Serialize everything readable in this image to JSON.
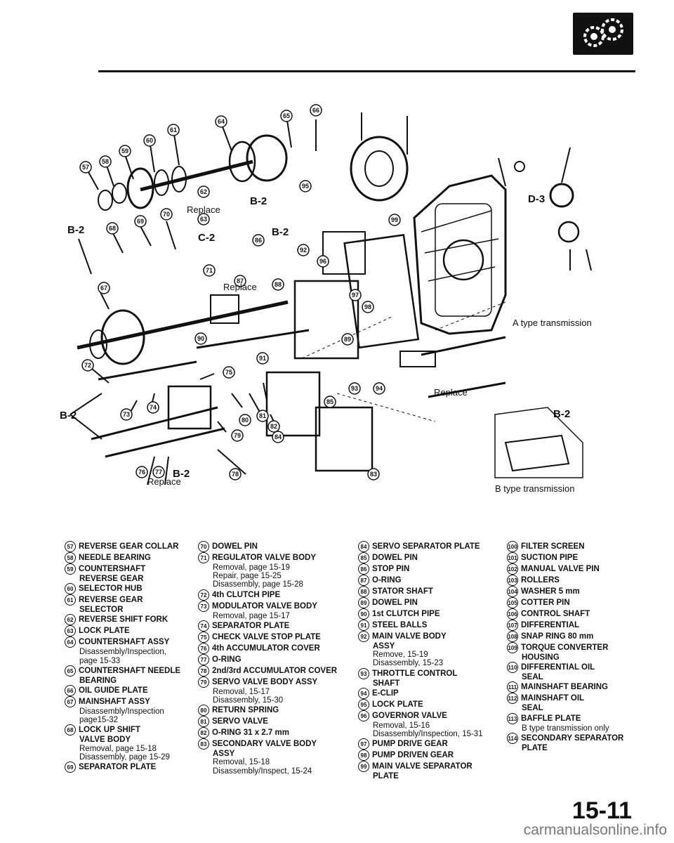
{
  "badge_icon": "gears-icon",
  "page_number": "15-11",
  "watermark": "carmanualsonline.info",
  "diagram": {
    "labels": {
      "replace_top": "Replace",
      "replace_mid": "Replace",
      "replace_valve": "Replace",
      "replace_bottom": "Replace",
      "b2_left": "B-2",
      "b2_top": "B-2",
      "c2": "C-2",
      "b2_mid": "B-2",
      "b2_lower": "B-2",
      "b2_bottom": "B-2",
      "b2_inset": "B-2",
      "d3": "D-3",
      "a_type": "A type transmission",
      "b_type": "B type transmission"
    },
    "callouts": [
      "57",
      "58",
      "59",
      "60",
      "61",
      "64",
      "65",
      "66",
      "62",
      "63",
      "68",
      "69",
      "70",
      "86",
      "95",
      "99",
      "67",
      "71",
      "87",
      "88",
      "92",
      "96",
      "97",
      "98",
      "72",
      "75",
      "73",
      "74",
      "76",
      "77",
      "78",
      "79",
      "80",
      "81",
      "82",
      "84",
      "85",
      "83",
      "89",
      "90",
      "91",
      "93",
      "94"
    ]
  },
  "legend": {
    "col1": [
      {
        "num": "57",
        "lines": [
          "REVERSE GEAR COLLAR"
        ]
      },
      {
        "num": "58",
        "lines": [
          "NEEDLE BEARING"
        ]
      },
      {
        "num": "59",
        "lines": [
          "COUNTERSHAFT",
          "REVERSE GEAR"
        ]
      },
      {
        "num": "60",
        "lines": [
          "SELECTOR HUB"
        ]
      },
      {
        "num": "61",
        "lines": [
          "REVERSE GEAR",
          "SELECTOR"
        ]
      },
      {
        "num": "62",
        "lines": [
          "REVERSE SHIFT FORK"
        ]
      },
      {
        "num": "63",
        "lines": [
          "LOCK PLATE"
        ]
      },
      {
        "num": "64",
        "lines": [
          "COUNTERSHAFT ASSY"
        ],
        "sub": [
          "Disassembly/Inspection,",
          "page 15-33"
        ]
      },
      {
        "num": "65",
        "lines": [
          "COUNTERSHAFT NEEDLE",
          "BEARING"
        ]
      },
      {
        "num": "66",
        "lines": [
          "OIL GUIDE PLATE"
        ]
      },
      {
        "num": "67",
        "lines": [
          "MAINSHAFT ASSY"
        ],
        "sub": [
          "Disassembly/Inspection",
          "page15-32"
        ]
      },
      {
        "num": "68",
        "lines": [
          "LOCK UP SHIFT",
          "VALVE BODY"
        ],
        "sub": [
          "Removal, page 15-18",
          "Disassembly, page 15-29"
        ]
      },
      {
        "num": "69",
        "lines": [
          "SEPARATOR PLATE"
        ]
      }
    ],
    "col2": [
      {
        "num": "70",
        "lines": [
          "DOWEL PIN"
        ]
      },
      {
        "num": "71",
        "lines": [
          "REGULATOR VALVE BODY"
        ],
        "sub": [
          "Removal, page 15-19",
          "Repair, page 15-25",
          "Disassembly, page 15-28"
        ]
      },
      {
        "num": "72",
        "lines": [
          "4th CLUTCH PIPE"
        ]
      },
      {
        "num": "73",
        "lines": [
          "MODULATOR VALVE BODY"
        ],
        "sub": [
          "Removal, page 15-17"
        ]
      },
      {
        "num": "74",
        "lines": [
          "SEPARATOR PLATE"
        ]
      },
      {
        "num": "75",
        "lines": [
          "CHECK VALVE STOP PLATE"
        ]
      },
      {
        "num": "76",
        "lines": [
          "4th ACCUMULATOR COVER"
        ]
      },
      {
        "num": "77",
        "lines": [
          "O-RING"
        ]
      },
      {
        "num": "78",
        "lines": [
          "2nd/3rd ACCUMULATOR COVER"
        ]
      },
      {
        "num": "79",
        "lines": [
          "SERVO VALVE BODY ASSY"
        ],
        "sub": [
          "Removal, 15-17",
          "Disassembly, 15-30"
        ]
      },
      {
        "num": "80",
        "lines": [
          "RETURN SPRING"
        ]
      },
      {
        "num": "81",
        "lines": [
          "SERVO VALVE"
        ]
      },
      {
        "num": "82",
        "lines": [
          "O-RING 31 x 2.7 mm"
        ]
      },
      {
        "num": "83",
        "lines": [
          "SECONDARY VALVE BODY",
          "ASSY"
        ],
        "sub": [
          "Removal, 15-18",
          "Disassembly/Inspect, 15-24"
        ]
      }
    ],
    "col3": [
      {
        "num": "84",
        "lines": [
          "SERVO SEPARATOR PLATE"
        ]
      },
      {
        "num": "85",
        "lines": [
          "DOWEL PIN"
        ]
      },
      {
        "num": "86",
        "lines": [
          "STOP PIN"
        ]
      },
      {
        "num": "87",
        "lines": [
          "O-RING"
        ]
      },
      {
        "num": "88",
        "lines": [
          "STATOR SHAFT"
        ]
      },
      {
        "num": "89",
        "lines": [
          "DOWEL PIN"
        ]
      },
      {
        "num": "90",
        "lines": [
          "1st CLUTCH PIPE"
        ]
      },
      {
        "num": "91",
        "lines": [
          "STEEL BALLS"
        ]
      },
      {
        "num": "92",
        "lines": [
          "MAIN VALVE BODY",
          "ASSY"
        ],
        "sub": [
          "Remove, 15-19",
          "Disassembly, 15-23"
        ]
      },
      {
        "num": "93",
        "lines": [
          "THROTTLE CONTROL",
          "SHAFT"
        ]
      },
      {
        "num": "94",
        "lines": [
          "E-CLIP"
        ]
      },
      {
        "num": "95",
        "lines": [
          "LOCK PLATE"
        ]
      },
      {
        "num": "96",
        "lines": [
          "GOVERNOR VALVE"
        ],
        "sub": [
          "Removal, 15-16",
          "Disassembly/Inspection, 15-31"
        ]
      },
      {
        "num": "97",
        "lines": [
          "PUMP DRIVE GEAR"
        ]
      },
      {
        "num": "98",
        "lines": [
          "PUMP DRIVEN GEAR"
        ]
      },
      {
        "num": "99",
        "lines": [
          "MAIN VALVE SEPARATOR",
          "PLATE"
        ]
      }
    ],
    "col4": [
      {
        "num": "100",
        "lines": [
          "FILTER SCREEN"
        ]
      },
      {
        "num": "101",
        "lines": [
          "SUCTION PIPE"
        ]
      },
      {
        "num": "102",
        "lines": [
          "MANUAL VALVE PIN"
        ]
      },
      {
        "num": "103",
        "lines": [
          "ROLLERS"
        ]
      },
      {
        "num": "104",
        "lines": [
          "WASHER 5 mm"
        ]
      },
      {
        "num": "105",
        "lines": [
          "COTTER PIN"
        ]
      },
      {
        "num": "106",
        "lines": [
          "CONTROL SHAFT"
        ]
      },
      {
        "num": "107",
        "lines": [
          "DIFFERENTIAL"
        ]
      },
      {
        "num": "108",
        "lines": [
          "SNAP RING 80 mm"
        ]
      },
      {
        "num": "109",
        "lines": [
          "TORQUE CONVERTER",
          "HOUSING"
        ]
      },
      {
        "num": "110",
        "lines": [
          "DIFFERENTIAL OIL",
          "SEAL"
        ]
      },
      {
        "num": "111",
        "lines": [
          "MAINSHAFT BEARING"
        ]
      },
      {
        "num": "112",
        "lines": [
          "MAINSHAFT OIL",
          "SEAL"
        ]
      },
      {
        "num": "113",
        "lines": [
          "BAFFLE PLATE"
        ],
        "sub": [
          "B type transmission only"
        ]
      },
      {
        "num": "114",
        "lines": [
          "SECONDARY SEPARATOR",
          "PLATE"
        ]
      }
    ]
  }
}
